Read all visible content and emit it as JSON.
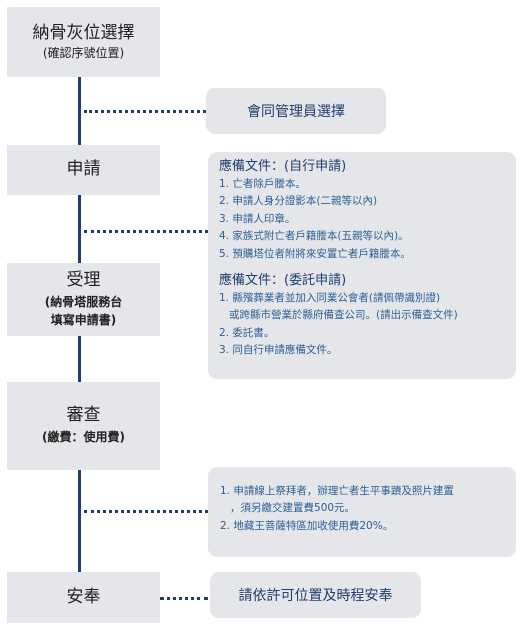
{
  "steps": {
    "s1": {
      "title": "納骨灰位選擇",
      "sub": "(確認序號位置)"
    },
    "s2": {
      "title": "申請"
    },
    "s3": {
      "title": "受理",
      "sub": "(納骨塔服務台\n填寫申請書)"
    },
    "s4": {
      "title": "審查",
      "sub": "(繳費：使用費)"
    },
    "s5": {
      "title": "安奉"
    }
  },
  "notes": {
    "n1": "會同管理員選擇",
    "n2": {
      "head1": "應備文件：(自行申請)",
      "items1": [
        "1. 亡者除戶謄本。",
        "2. 申請人身分證影本(二親等以內)",
        "3. 申請人印章。",
        "4. 家族式附亡者戶籍謄本(五親等以內)。",
        "5. 預購塔位者附將來安置亡者戶籍謄本。"
      ],
      "head2": "應備文件：(委託申請)",
      "items2": [
        "1. 縣殯葬業者並加入同業公會者(請佩帶識別證)",
        "   或跨縣市營業於縣府備查公司。(請出示備查文件)",
        "2. 委託書。",
        "3. 同自行申請應備文件。"
      ]
    },
    "n3": {
      "items": [
        "1. 申請線上祭拜者，辦理亡者生平事蹟及照片建置",
        "   ，須另繳交建置費500元。",
        "2. 地藏王菩薩特區加收使用費20%。"
      ]
    },
    "n4": "請依許可位置及時程安奉"
  },
  "colors": {
    "connector": "#1f3d6e",
    "box": "#e4e6e9",
    "note_text": "#2d5f96"
  }
}
